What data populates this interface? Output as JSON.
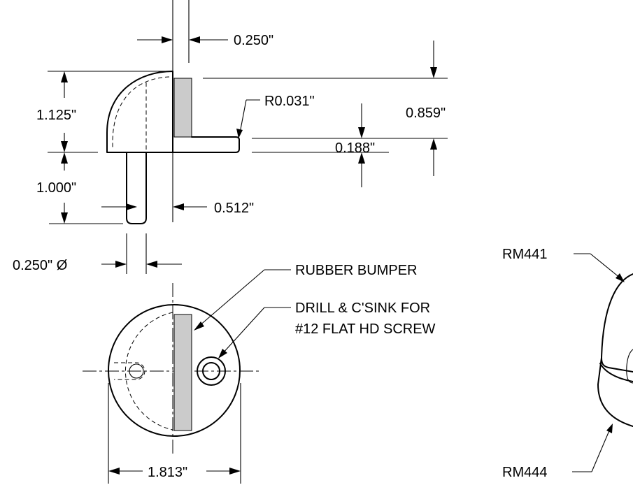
{
  "dimensions": {
    "stem_offset": "0.250\"",
    "dome_height": "1.125\"",
    "stem_length": "1.000\"",
    "stem_diameter": "0.250\" Ø",
    "edge_radius": "R0.031\"",
    "total_height": "0.859\"",
    "base_thickness": "0.188\"",
    "bumper_offset": "0.512\"",
    "base_diameter": "1.813\""
  },
  "callouts": {
    "rubber_bumper": "RUBBER BUMPER",
    "drill_line1": "DRILL & C'SINK FOR",
    "drill_line2": "#12 FLAT HD SCREW"
  },
  "parts": {
    "top_part": "RM441",
    "bottom_part": "RM444"
  },
  "colors": {
    "line": "#000000",
    "rubber_fill": "#cbcbcb",
    "background": "#ffffff"
  }
}
